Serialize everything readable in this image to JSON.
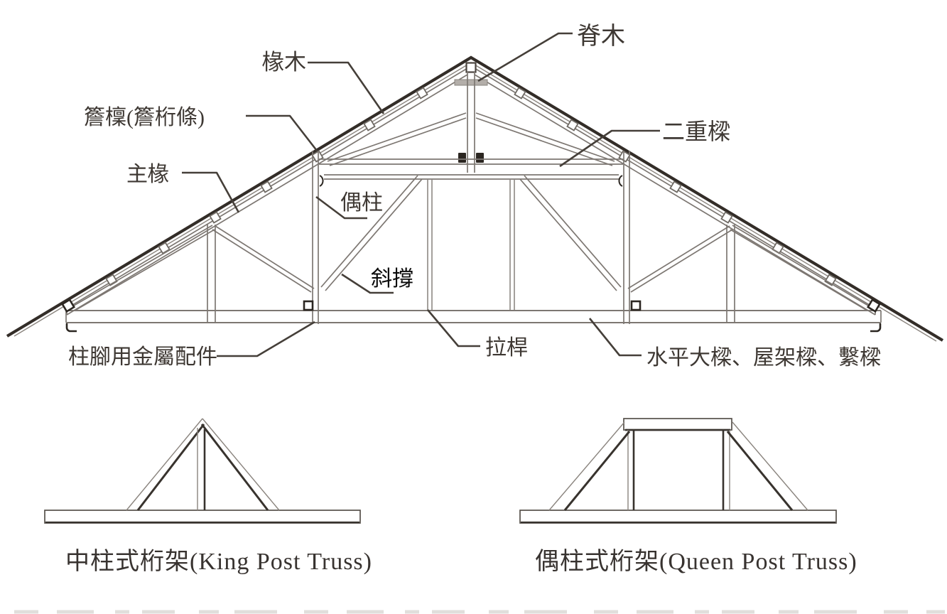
{
  "main_truss": {
    "labels": {
      "rafter_board": "椽木",
      "ridge_beam": "脊木",
      "eave_purlin": "簷檁(簷桁條)",
      "principal_rafter": "主椽",
      "queen_post": "偶柱",
      "double_beam": "二重樑",
      "diagonal_brace": "斜撐",
      "tie_rod": "拉桿",
      "post_base_metal_fitting": "柱腳用金屬配件",
      "horizontal_girder": "水平大樑、屋架樑、繫樑"
    }
  },
  "sub_trusses": {
    "king_post": {
      "caption": "中柱式桁架(King Post Truss)"
    },
    "queen_post": {
      "caption": "偶柱式桁架(Queen Post Truss)"
    }
  },
  "colors": {
    "background": "#ffffff",
    "line_dark": "#38332e",
    "line_gray": "#7d7772",
    "label_text": "#3e3833",
    "overlay_label_text": "#0a0a0a"
  }
}
